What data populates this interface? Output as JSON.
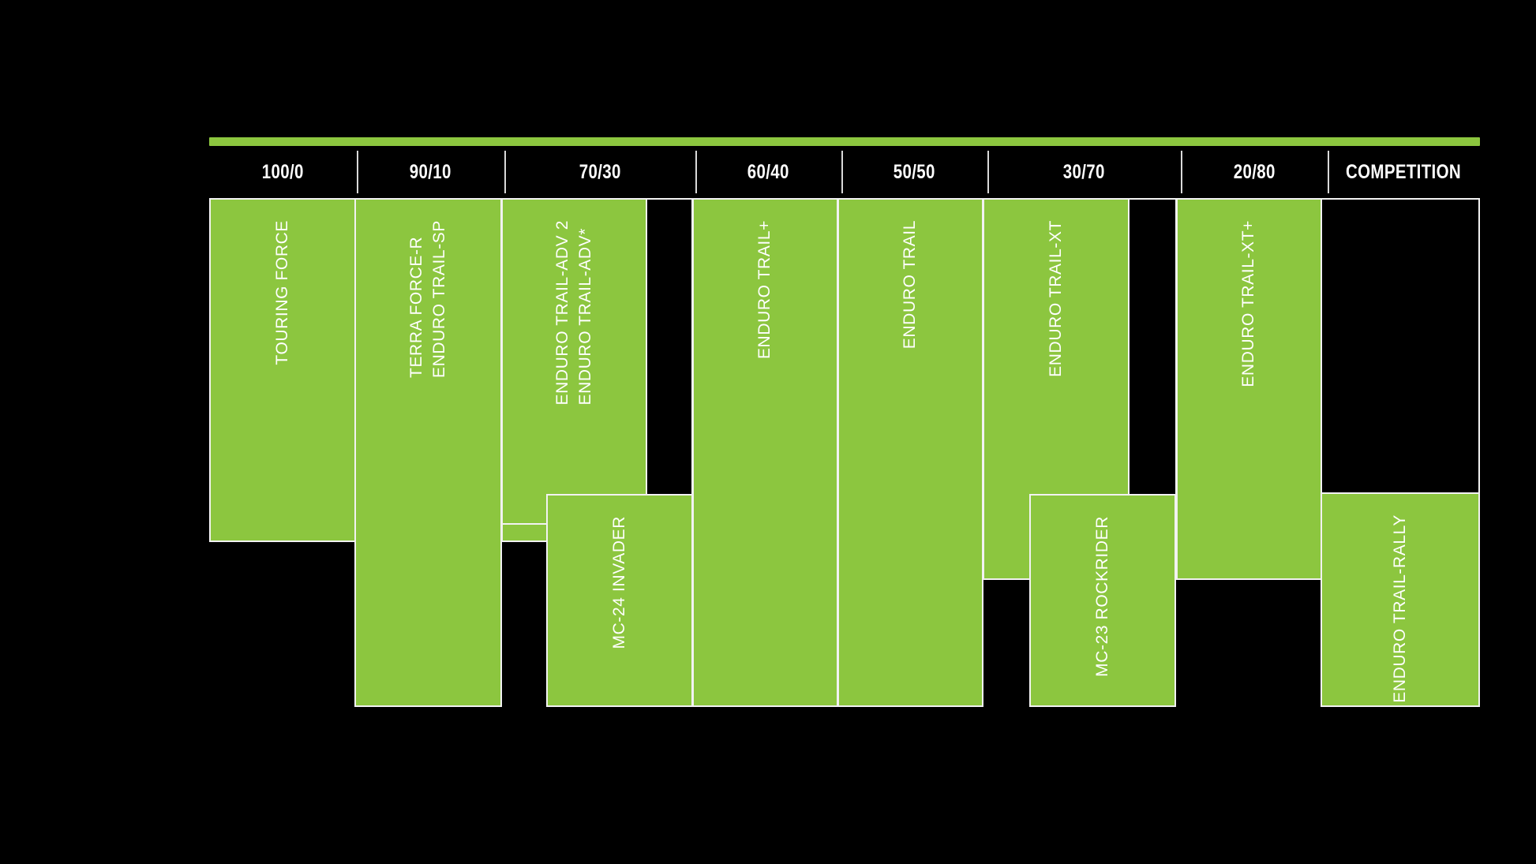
{
  "chart_data": {
    "type": "bar",
    "title": "",
    "subtitle": "",
    "xlabel": "",
    "ylabel": "",
    "grid": false,
    "legend": "none",
    "accent_color": "#8CC63F",
    "background_color": "#000000",
    "border_color": "#F2F2F2",
    "header_text_color": "#FFFFFF",
    "categories": [
      "100/0",
      "90/10",
      "70/30",
      "60/40",
      "50/50",
      "30/70",
      "20/80",
      "COMPETITION"
    ],
    "series": [
      {
        "name": "ENDURO TRAIL-ADV 2",
        "column": "70/30",
        "x_start_pct": 19.0,
        "x_end_pct": 34.5,
        "y_top_pct": 0.0,
        "y_bottom_pct": 66.0
      },
      {
        "name": "TOURING FORCE",
        "column": "100/0",
        "x_start_pct": 0.0,
        "x_end_pct": 11.5,
        "y_top_pct": 0.0,
        "y_bottom_pct": 67.0
      },
      {
        "name": "TERRA FORCE-R",
        "column": "90/10",
        "x_start_pct": 11.5,
        "x_end_pct": 23.3,
        "y_top_pct": 0.0,
        "y_bottom_pct": 100.0
      },
      {
        "name": "ENDURO TRAIL-SP",
        "column": "90/10",
        "x_start_pct": 11.5,
        "x_end_pct": 23.3,
        "y_top_pct": 0.0,
        "y_bottom_pct": 100.0
      },
      {
        "name": "ENDURO TRAIL-ADV*",
        "column": "70/30",
        "x_start_pct": 19.0,
        "x_end_pct": 34.5,
        "y_top_pct": 0.0,
        "y_bottom_pct": 66.0
      },
      {
        "name": "MC-24 INVADER",
        "column": "70/30",
        "x_start_pct": 27.0,
        "x_end_pct": 38.5,
        "y_top_pct": 58.0,
        "y_bottom_pct": 100.0
      },
      {
        "name": "ENDURO TRAIL+",
        "column": "60/40",
        "x_start_pct": 38.5,
        "x_end_pct": 50.0,
        "y_top_pct": 0.0,
        "y_bottom_pct": 100.0
      },
      {
        "name": "ENDURO TRAIL",
        "column": "50/50",
        "x_start_pct": 50.0,
        "x_end_pct": 61.5,
        "y_top_pct": 0.0,
        "y_bottom_pct": 100.0
      },
      {
        "name": "ENDURO TRAIL-XT",
        "column": "30/70",
        "x_start_pct": 61.5,
        "x_end_pct": 76.5,
        "y_top_pct": 0.0,
        "y_bottom_pct": 75.0
      },
      {
        "name": "MC-23 ROCKRIDER",
        "column": "30/70",
        "x_start_pct": 65.5,
        "x_end_pct": 77.0,
        "y_top_pct": 58.0,
        "y_bottom_pct": 100.0
      },
      {
        "name": "ENDURO TRAIL-XT+",
        "column": "20/80",
        "x_start_pct": 77.0,
        "x_end_pct": 88.5,
        "y_top_pct": 0.0,
        "y_bottom_pct": 75.0
      },
      {
        "name": "ENDURO TRAIL-RALLY",
        "column": "COMPETITION",
        "x_start_pct": 88.5,
        "x_end_pct": 100.0,
        "y_top_pct": 58.0,
        "y_bottom_pct": 100.0
      }
    ]
  },
  "header": {
    "columns": [
      {
        "label": "100/0"
      },
      {
        "label": "90/10"
      },
      {
        "label": "70/30"
      },
      {
        "label": "60/40"
      },
      {
        "label": "50/50"
      },
      {
        "label": "30/70"
      },
      {
        "label": "20/80"
      },
      {
        "label": "COMPETITION"
      }
    ]
  },
  "blocks": {
    "touring_force": "TOURING FORCE",
    "terra_force_r": "TERRA FORCE-R",
    "enduro_trail_sp": "ENDURO TRAIL-SP",
    "enduro_trail_adv2": "ENDURO TRAIL-ADV 2",
    "enduro_trail_adv": "ENDURO TRAIL-ADV*",
    "mc24_invader": "MC-24 INVADER",
    "enduro_trail_plus": "ENDURO TRAIL+",
    "enduro_trail": "ENDURO TRAIL",
    "enduro_trail_xt": "ENDURO TRAIL-XT",
    "mc23_rockrider": "MC-23 ROCKRIDER",
    "enduro_trail_xt_plus": "ENDURO TRAIL-XT+",
    "enduro_trail_rally": "ENDURO TRAIL-RALLY"
  }
}
